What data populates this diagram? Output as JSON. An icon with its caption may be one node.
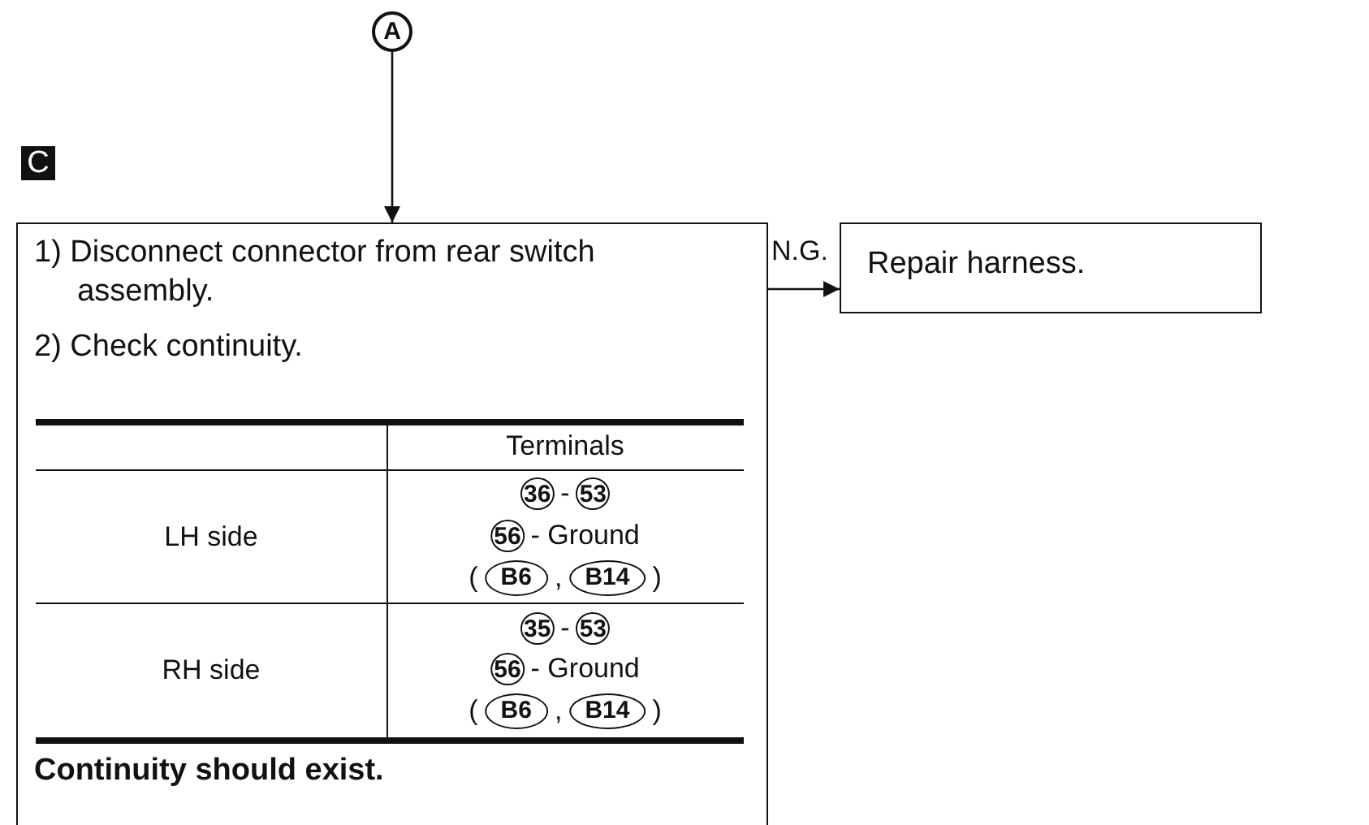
{
  "diagram": {
    "nodes": [
      {
        "text": [
          "A"
        ]
      },
      {
        "text": [
          "1) Disconnect connector from rear switch assembly.",
          "2) Check continuity.",
          "Continuity should exist."
        ]
      },
      {
        "text": [
          "Repair harness."
        ]
      }
    ],
    "edges": [
      {
        "from": 0,
        "to": 1,
        "arrow": "to"
      },
      {
        "from": 1,
        "to": 2,
        "arrow": "to",
        "label": "N.G."
      }
    ],
    "labels": [
      "C",
      "Terminals",
      "LH side",
      "36",
      "-",
      "53",
      "56",
      "- Ground",
      "(",
      "B6",
      ",",
      "B14",
      ")",
      "RH side",
      "35",
      "-",
      "53",
      "56",
      "- Ground",
      "(",
      "B6",
      ",",
      "B14",
      ")"
    ]
  }
}
